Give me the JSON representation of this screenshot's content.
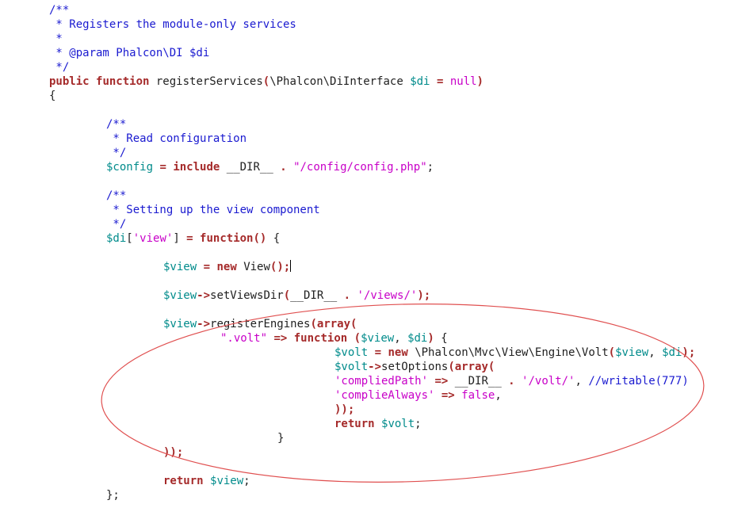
{
  "colors": {
    "default": "#1f1f1f",
    "comment": "#1a1ad0",
    "keyword": "#a52a2a",
    "variable": "#008b8b",
    "string": "#c800c8",
    "operator": "#a52a2a",
    "annotation": "#e05050"
  },
  "code": {
    "lines": [
      {
        "indent": 62,
        "tokens": [
          {
            "t": "/**",
            "c": "comment"
          }
        ]
      },
      {
        "indent": 62,
        "tokens": [
          {
            "t": " * Registers the module-only services",
            "c": "comment"
          }
        ]
      },
      {
        "indent": 62,
        "tokens": [
          {
            "t": " *",
            "c": "comment"
          }
        ]
      },
      {
        "indent": 62,
        "tokens": [
          {
            "t": " * @param Phalcon\\DI $di",
            "c": "comment"
          }
        ]
      },
      {
        "indent": 62,
        "tokens": [
          {
            "t": " */",
            "c": "comment"
          }
        ]
      },
      {
        "indent": 62,
        "tokens": [
          {
            "t": "public",
            "c": "keyword",
            "b": true
          },
          {
            "t": " "
          },
          {
            "t": "function",
            "c": "keyword",
            "b": true
          },
          {
            "t": " registerServices"
          },
          {
            "t": "(",
            "c": "operator",
            "b": true
          },
          {
            "t": "\\Phalcon\\DiInterface "
          },
          {
            "t": "$di",
            "c": "variable"
          },
          {
            "t": " "
          },
          {
            "t": "=",
            "c": "operator",
            "b": true
          },
          {
            "t": " "
          },
          {
            "t": "null",
            "c": "string"
          },
          {
            "t": ")",
            "c": "operator",
            "b": true
          }
        ]
      },
      {
        "indent": 62,
        "tokens": [
          {
            "t": "{"
          }
        ]
      },
      {
        "indent": 0,
        "tokens": []
      },
      {
        "indent": 134,
        "tokens": [
          {
            "t": "/**",
            "c": "comment"
          }
        ]
      },
      {
        "indent": 134,
        "tokens": [
          {
            "t": " * Read configuration",
            "c": "comment"
          }
        ]
      },
      {
        "indent": 134,
        "tokens": [
          {
            "t": " */",
            "c": "comment"
          }
        ]
      },
      {
        "indent": 134,
        "tokens": [
          {
            "t": "$config",
            "c": "variable"
          },
          {
            "t": " "
          },
          {
            "t": "=",
            "c": "operator",
            "b": true
          },
          {
            "t": " "
          },
          {
            "t": "include",
            "c": "keyword",
            "b": true
          },
          {
            "t": " __DIR__ "
          },
          {
            "t": ".",
            "c": "operator",
            "b": true
          },
          {
            "t": " "
          },
          {
            "t": "\"/config/config.php\"",
            "c": "string"
          },
          {
            "t": ";"
          }
        ]
      },
      {
        "indent": 0,
        "tokens": []
      },
      {
        "indent": 134,
        "tokens": [
          {
            "t": "/**",
            "c": "comment"
          }
        ]
      },
      {
        "indent": 134,
        "tokens": [
          {
            "t": " * Setting up the view component",
            "c": "comment"
          }
        ]
      },
      {
        "indent": 134,
        "tokens": [
          {
            "t": " */",
            "c": "comment"
          }
        ]
      },
      {
        "indent": 134,
        "tokens": [
          {
            "t": "$di",
            "c": "variable"
          },
          {
            "t": "["
          },
          {
            "t": "'view'",
            "c": "string"
          },
          {
            "t": "] "
          },
          {
            "t": "=",
            "c": "operator",
            "b": true
          },
          {
            "t": " "
          },
          {
            "t": "function",
            "c": "keyword",
            "b": true
          },
          {
            "t": "()",
            "c": "operator",
            "b": true
          },
          {
            "t": " {"
          }
        ]
      },
      {
        "indent": 0,
        "tokens": []
      },
      {
        "indent": 206,
        "tokens": [
          {
            "t": "$view",
            "c": "variable"
          },
          {
            "t": " "
          },
          {
            "t": "=",
            "c": "operator",
            "b": true
          },
          {
            "t": " "
          },
          {
            "t": "new",
            "c": "keyword",
            "b": true
          },
          {
            "t": " View"
          },
          {
            "t": "();",
            "c": "operator",
            "b": true
          }
        ],
        "cursor": true
      },
      {
        "indent": 0,
        "tokens": []
      },
      {
        "indent": 206,
        "tokens": [
          {
            "t": "$view",
            "c": "variable"
          },
          {
            "t": "->",
            "c": "operator",
            "b": true
          },
          {
            "t": "setViewsDir"
          },
          {
            "t": "(",
            "c": "operator",
            "b": true
          },
          {
            "t": "__DIR__ "
          },
          {
            "t": ".",
            "c": "operator",
            "b": true
          },
          {
            "t": " "
          },
          {
            "t": "'/views/'",
            "c": "string"
          },
          {
            "t": ");",
            "c": "operator",
            "b": true
          }
        ]
      },
      {
        "indent": 0,
        "tokens": []
      },
      {
        "indent": 206,
        "tokens": [
          {
            "t": "$view",
            "c": "variable"
          },
          {
            "t": "->",
            "c": "operator",
            "b": true
          },
          {
            "t": "registerEngines"
          },
          {
            "t": "(",
            "c": "operator",
            "b": true
          },
          {
            "t": "array",
            "c": "keyword",
            "b": true
          },
          {
            "t": "(",
            "c": "operator",
            "b": true
          }
        ]
      },
      {
        "indent": 278,
        "tokens": [
          {
            "t": "\".volt\"",
            "c": "string"
          },
          {
            "t": " "
          },
          {
            "t": "=>",
            "c": "operator",
            "b": true
          },
          {
            "t": " "
          },
          {
            "t": "function",
            "c": "keyword",
            "b": true
          },
          {
            "t": " "
          },
          {
            "t": "(",
            "c": "operator",
            "b": true
          },
          {
            "t": "$view",
            "c": "variable"
          },
          {
            "t": ", "
          },
          {
            "t": "$di",
            "c": "variable"
          },
          {
            "t": ")",
            "c": "operator",
            "b": true
          },
          {
            "t": " {"
          }
        ]
      },
      {
        "indent": 422,
        "tokens": [
          {
            "t": "$volt",
            "c": "variable"
          },
          {
            "t": " "
          },
          {
            "t": "=",
            "c": "operator",
            "b": true
          },
          {
            "t": " "
          },
          {
            "t": "new",
            "c": "keyword",
            "b": true
          },
          {
            "t": " \\Phalcon\\Mvc\\View\\Engine\\Volt"
          },
          {
            "t": "(",
            "c": "operator",
            "b": true
          },
          {
            "t": "$view",
            "c": "variable"
          },
          {
            "t": ", "
          },
          {
            "t": "$di",
            "c": "variable"
          },
          {
            "t": ");",
            "c": "operator",
            "b": true
          }
        ]
      },
      {
        "indent": 422,
        "tokens": [
          {
            "t": "$volt",
            "c": "variable"
          },
          {
            "t": "->",
            "c": "operator",
            "b": true
          },
          {
            "t": "setOptions"
          },
          {
            "t": "(",
            "c": "operator",
            "b": true
          },
          {
            "t": "array",
            "c": "keyword",
            "b": true
          },
          {
            "t": "(",
            "c": "operator",
            "b": true
          }
        ]
      },
      {
        "indent": 422,
        "tokens": [
          {
            "t": "'compliedPath'",
            "c": "string"
          },
          {
            "t": " "
          },
          {
            "t": "=>",
            "c": "operator",
            "b": true
          },
          {
            "t": " __DIR__ "
          },
          {
            "t": ".",
            "c": "operator",
            "b": true
          },
          {
            "t": " "
          },
          {
            "t": "'/volt/'",
            "c": "string"
          },
          {
            "t": ", "
          },
          {
            "t": "//writable(777)",
            "c": "comment"
          }
        ]
      },
      {
        "indent": 422,
        "tokens": [
          {
            "t": "'complieAlways'",
            "c": "string"
          },
          {
            "t": " "
          },
          {
            "t": "=>",
            "c": "operator",
            "b": true
          },
          {
            "t": " "
          },
          {
            "t": "false",
            "c": "string"
          },
          {
            "t": ","
          }
        ]
      },
      {
        "indent": 422,
        "tokens": [
          {
            "t": "));",
            "c": "operator",
            "b": true
          }
        ]
      },
      {
        "indent": 422,
        "tokens": [
          {
            "t": "return",
            "c": "keyword",
            "b": true
          },
          {
            "t": " "
          },
          {
            "t": "$volt",
            "c": "variable"
          },
          {
            "t": ";"
          }
        ]
      },
      {
        "indent": 350,
        "tokens": [
          {
            "t": "}"
          }
        ]
      },
      {
        "indent": 206,
        "tokens": [
          {
            "t": "));",
            "c": "operator",
            "b": true
          }
        ]
      },
      {
        "indent": 0,
        "tokens": []
      },
      {
        "indent": 206,
        "tokens": [
          {
            "t": "return",
            "c": "keyword",
            "b": true
          },
          {
            "t": " "
          },
          {
            "t": "$view",
            "c": "variable"
          },
          {
            "t": ";"
          }
        ]
      },
      {
        "indent": 134,
        "tokens": [
          {
            "t": "};"
          }
        ]
      }
    ]
  }
}
